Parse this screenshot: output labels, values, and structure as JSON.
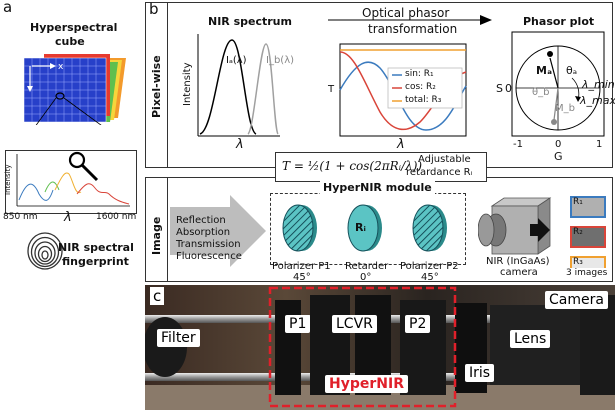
{
  "panel_a": {
    "letter": "a",
    "cube_title_1": "Hyperspectral",
    "cube_title_2": "cube",
    "cube_axis_y": "y",
    "cube_axis_x": "x",
    "spectrum_ylabel": "Intensity",
    "spectrum_xmin": "850 nm",
    "spectrum_xlabel": "λ",
    "spectrum_xmax": "1600 nm",
    "fingerprint_label_1": "NIR spectral",
    "fingerprint_label_2": "fingerprint"
  },
  "panel_b": {
    "letter": "b",
    "pixelwise_label": "Pixel-wise",
    "image_label": "Image",
    "nir_title": "NIR spectrum",
    "nir_ylabel": "Intensity",
    "nir_xlabel": "λ",
    "ia_label": "Iₐ(λ)",
    "ib_label": "I_b(λ)",
    "phasor_arrow_1": "Optical phasor",
    "phasor_arrow_2": "transformation",
    "T_ylabel": "T",
    "T_xlabel": "λ",
    "legend_sin": "sin: R₁",
    "legend_cos": "cos: R₂",
    "legend_total": "total: R₃",
    "phasor_title": "Phasor plot",
    "phasor_s": "S",
    "phasor_zero_y": "0",
    "phasor_g": "G",
    "phasor_ticks": [
      "-1",
      "0",
      "1"
    ],
    "ma_label": "Mₐ",
    "mb_label": "M_b",
    "theta_a": "θₐ",
    "theta_b": "θ_b",
    "lambda_min": "λ_min",
    "lambda_max": "λ_max",
    "formula": "T = ½(1 + cos(2πRᵢ/λ))",
    "adjustable_1": "Adjustable",
    "adjustable_2": "retardance Rᵢ",
    "input_list": [
      "Reflection",
      "Absorption",
      "Transmission",
      "Fluorescence"
    ],
    "module_title": "HyperNIR module",
    "p1_label_1": "Polarizer P1",
    "p1_label_2": "45°",
    "retarder_label_1": "Retarder",
    "retarder_label_2": "0°",
    "retarder_symbol": "Rᵢ",
    "p2_label_1": "Polarizer P2",
    "p2_label_2": "45°",
    "camera_label_1": "NIR (InGaAs)",
    "camera_label_2": "camera",
    "image_tiles": [
      "R₁",
      "R₂",
      "R₃"
    ],
    "images_caption": "3 images"
  },
  "panel_c": {
    "letter": "c",
    "labels": {
      "filter": "Filter",
      "p1": "P1",
      "lcvr": "LCVR",
      "p2": "P2",
      "camera": "Camera",
      "lens": "Lens",
      "iris": "Iris",
      "hypernir": "HyperNIR"
    }
  },
  "colors": {
    "blue": "#3b7bbf",
    "red": "#d9453a",
    "orange": "#f0a030",
    "teal": "#5bc4c4",
    "hypernir_red": "#e0202a"
  }
}
